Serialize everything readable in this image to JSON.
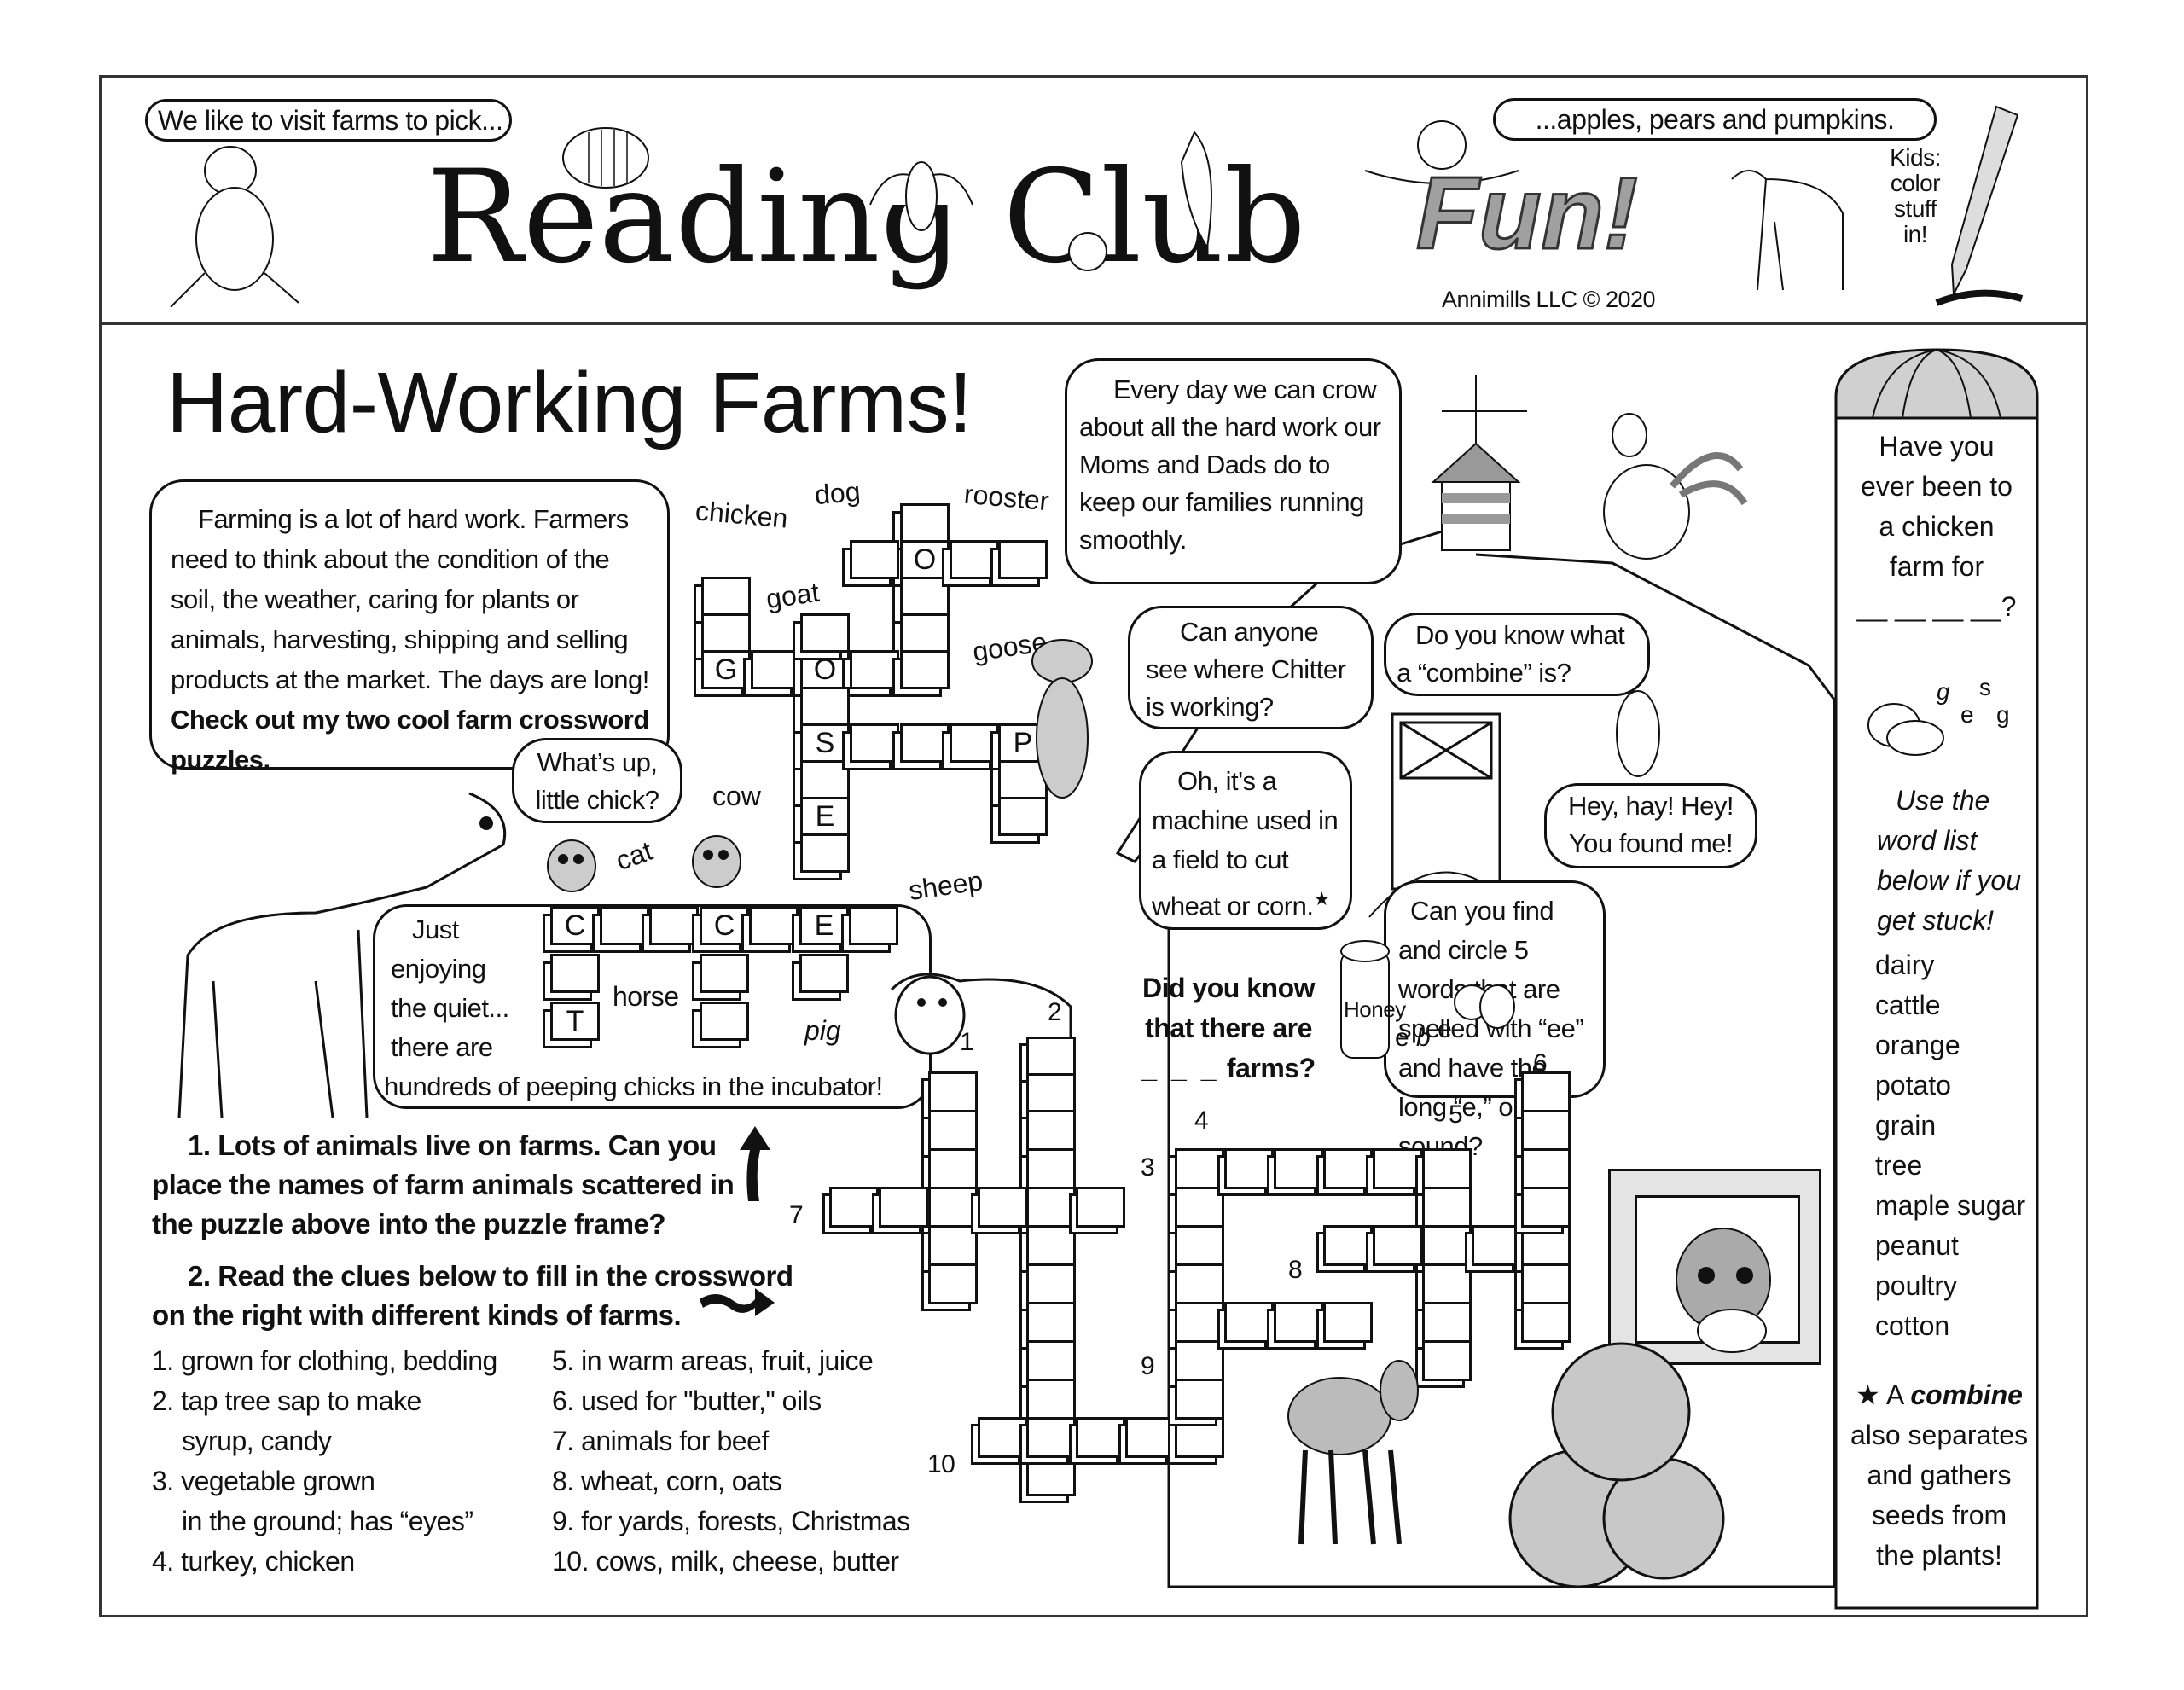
{
  "header": {
    "title_main": "Reading Club",
    "title_fun": "Fun!",
    "bubble_left": "We like to visit farms to pick...",
    "bubble_right": "...apples, pears and pumpkins.",
    "kids_note": [
      "Kids:",
      "color",
      "stuff",
      "in!"
    ],
    "copyright": "Annimills LLC © 2020",
    "fun_color": "#a0a0a0"
  },
  "page": {
    "title": "Hard-Working Farms!",
    "intro_text": "Farming is a lot of hard work. Farmers need to think about the condition of the soil, the weather, caring for plants or animals, harvesting, shipping and selling products at the market. The days are long!",
    "intro_bold": "Check out my two cool farm crossword puzzles.",
    "chick_bubble": "What’s up, little chick?",
    "quiet_bubble_lines": [
      "Just",
      "enjoying",
      "the quiet...",
      "there are"
    ],
    "quiet_bubble_last": "hundreds of peeping chicks in the incubator!",
    "crow_bubble": "Every day we can crow about all the hard work our Moms and Dads do to keep our families running smoothly.",
    "mouse_bubble": "Can anyone see where Chitter is working?",
    "combine_question": "Do you know what a “combine” is?",
    "combine_answer": "Oh, it's a machine used in a field to cut wheat or corn.",
    "combine_star": "★",
    "monkey_bubble": "Hey, hay! Hey! You found me!",
    "ee_bubble": "Can you find and circle 5 words that are spelled with “ee” and have the long “e,” or “ē” sound?",
    "bee_question_bold": "Did you know that there are",
    "bee_blanks": "_ _ _",
    "bee_question_end": "farms?",
    "honey_label": "Honey",
    "bee_letters": [
      "e",
      "b",
      "e"
    ]
  },
  "silo": {
    "question": "Have you ever been to a chicken farm for",
    "blanks": "__ __ __ __?",
    "egg_letters": [
      "g",
      "s",
      "e",
      "g"
    ],
    "hint": "Use the word list below if you get stuck!",
    "word_list": [
      "dairy",
      "cattle",
      "orange",
      "potato",
      "grain",
      "tree",
      "maple sugar",
      "peanut",
      "poultry",
      "cotton"
    ],
    "footnote_star": "★",
    "footnote_a": "A",
    "footnote_bold": "combine",
    "footnote_rest": "also separates and gathers seeds from the plants!"
  },
  "puzzle1": {
    "scattered_words": [
      "chicken",
      "dog",
      "rooster",
      "goat",
      "goose",
      "cow",
      "cat",
      "sheep",
      "horse",
      "pig"
    ],
    "given_letters": {
      "O1": "O",
      "G": "G",
      "O2": "O",
      "S": "S",
      "P": "P",
      "C1": "C",
      "C2": "C",
      "E": "E",
      "T": "T"
    },
    "instruction": "1. Lots of animals live on farms. Can you place the names of farm animals scattered in the puzzle above into the puzzle frame?"
  },
  "puzzle2": {
    "instruction": "2. Read the clues below to fill in the crossword on the right with different kinds of farms.",
    "numbers": [
      "1",
      "2",
      "3",
      "4",
      "5",
      "6",
      "7",
      "8",
      "9",
      "10"
    ],
    "clues_left": [
      "1. grown for clothing, bedding",
      "2. tap tree sap to make",
      "syrup, candy",
      "3. vegetable grown",
      "in the ground; has “eyes”",
      "4. turkey, chicken"
    ],
    "clues_right": [
      "5. in warm areas, fruit, juice",
      "6. used for \"butter,\" oils",
      "7. animals for beef",
      "8. wheat, corn, oats",
      "9. for yards, forests, Christmas",
      "10. cows, milk, cheese, butter"
    ]
  }
}
